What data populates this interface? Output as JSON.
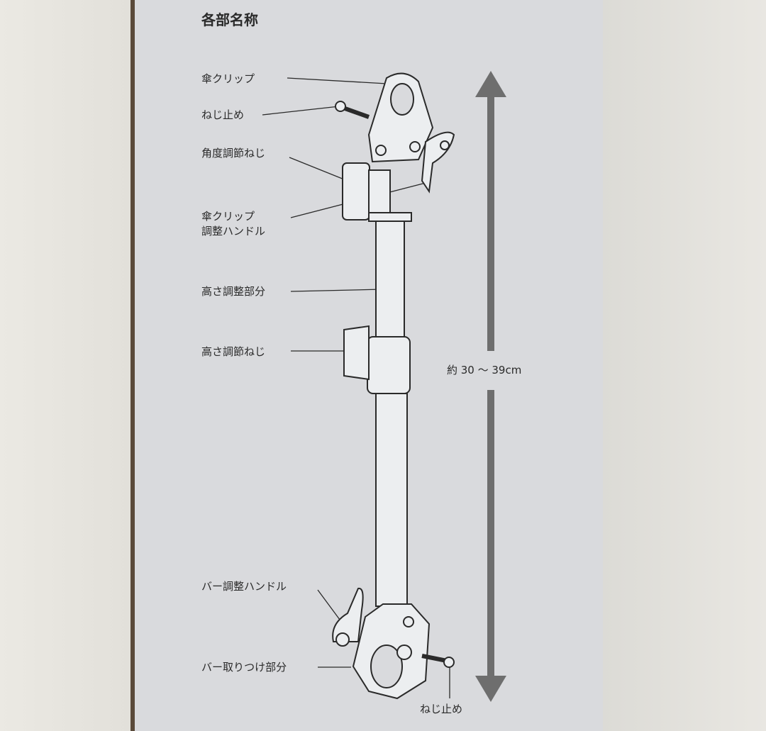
{
  "title": "各部名称",
  "labels": {
    "umbrella_clip": "傘クリップ",
    "screw_lock_top": "ねじ止め",
    "angle_screw": "角度調節ねじ",
    "umbrella_clip_handle_1": "傘クリップ",
    "umbrella_clip_handle_2": "調整ハンドル",
    "height_section": "高さ調整部分",
    "height_screw": "高さ調節ねじ",
    "bar_handle": "バー調整ハンドル",
    "bar_mount": "バー取りつけ部分",
    "screw_lock_bottom": "ねじ止め"
  },
  "dimension": "約 30 〜 39cm",
  "colors": {
    "panel": "#d9dadd",
    "line": "#2a2a2a",
    "arrow": "#6e6e6e"
  }
}
